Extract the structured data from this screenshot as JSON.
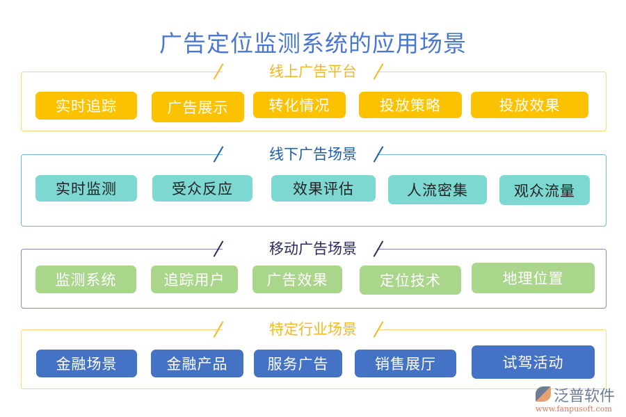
{
  "title": "广告定位监测系统的应用场景",
  "colors": {
    "title": "#4a78d0",
    "gold": "#fcc200",
    "teal": "#7ed8d2",
    "green": "#a9d68a",
    "blue": "#4472c4"
  },
  "sections": [
    {
      "title": "线上广告平台",
      "items": [
        "实时追踪",
        "广告展示",
        "转化情况",
        "投放策略",
        "投放效果"
      ]
    },
    {
      "title": "线下广告场景",
      "items": [
        "实时监测",
        "受众反应",
        "效果评估",
        "人流密集",
        "观众流量"
      ]
    },
    {
      "title": "移动广告场景",
      "items": [
        "监测系统",
        "追踪用户",
        "广告效果",
        "定位技术",
        "地理位置"
      ]
    },
    {
      "title": "特定行业场景",
      "items": [
        "金融场景",
        "金融产品",
        "服务广告",
        "销售展厅",
        "试驾活动"
      ]
    }
  ],
  "logo": {
    "name": "泛普软件",
    "url": "www.fanpusoft.com"
  }
}
